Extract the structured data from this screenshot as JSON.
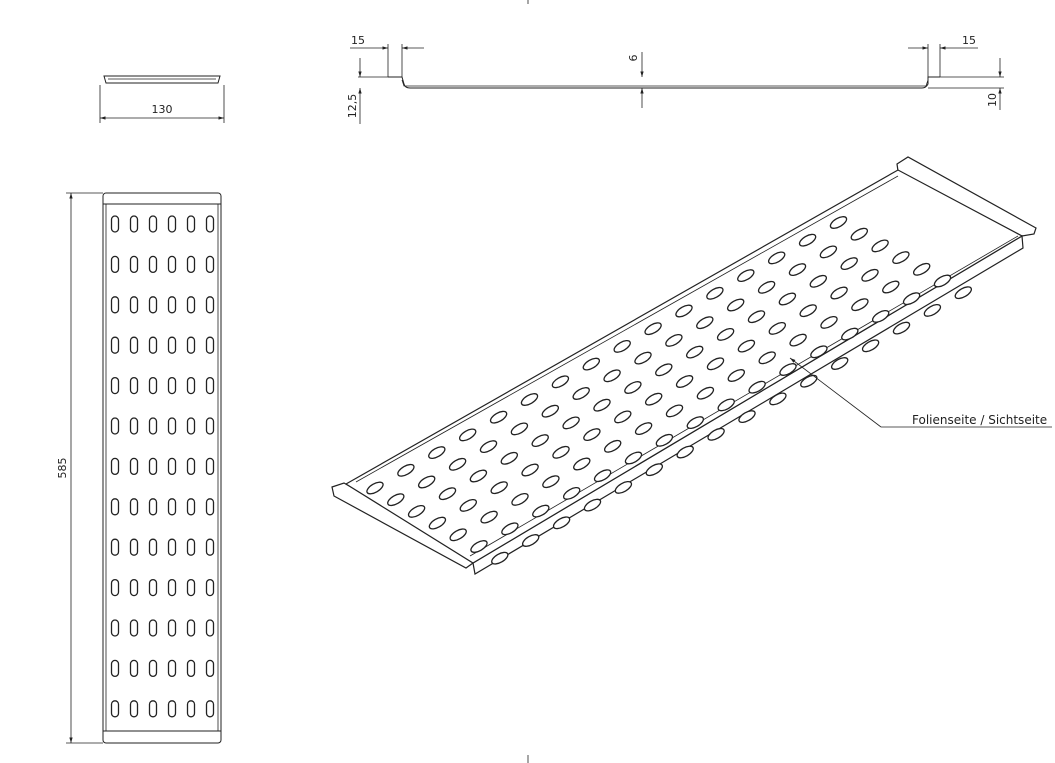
{
  "drawing": {
    "dimensions": {
      "width": "130",
      "length": "585",
      "lip_left": "15",
      "lip_right": "15",
      "depth": "6",
      "height_total": "12,5",
      "height_right": "10"
    },
    "callout": "Folienseite / Sichtseite",
    "top_view_hole_grid": {
      "rows": 13,
      "cols": 6
    },
    "iso_hole_grid": {
      "rows": 16,
      "cols": 7
    },
    "colors": {
      "line": "#222222",
      "background": "#ffffff"
    }
  }
}
